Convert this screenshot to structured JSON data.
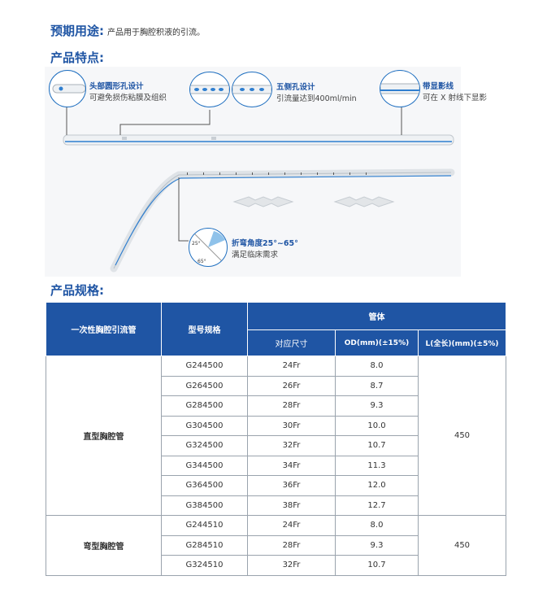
{
  "purpose": {
    "label": "预期用途:",
    "text": "产品用于胸腔积液的引流。"
  },
  "features": {
    "heading": "产品特点:",
    "items": [
      {
        "title": "头部圆形孔设计",
        "desc": "可避免损伤粘膜及组织"
      },
      {
        "title": "五侧孔设计",
        "desc": "引流量达到400ml/min"
      },
      {
        "title": "带显影线",
        "desc": "可在 X 射线下显影"
      },
      {
        "title": "折弯角度25°~65°",
        "desc": "满足临床需求"
      }
    ],
    "angle_labels": [
      "25°",
      "65°"
    ]
  },
  "specs": {
    "heading": "产品规格:",
    "headers": {
      "category": "一次性胸腔引流管",
      "model": "型号规格",
      "tube": "管体",
      "size": "对应尺寸",
      "od": "OD(mm)(±15%)",
      "length": "L(全长)(mm)(±5%)"
    },
    "groups": [
      {
        "name": "直型胸腔管",
        "length": "450",
        "rows": [
          {
            "model": "G244500",
            "size": "24Fr",
            "od": "8.0"
          },
          {
            "model": "G264500",
            "size": "26Fr",
            "od": "8.7"
          },
          {
            "model": "G284500",
            "size": "28Fr",
            "od": "9.3"
          },
          {
            "model": "G304500",
            "size": "30Fr",
            "od": "10.0"
          },
          {
            "model": "G324500",
            "size": "32Fr",
            "od": "10.7"
          },
          {
            "model": "G344500",
            "size": "34Fr",
            "od": "11.3"
          },
          {
            "model": "G364500",
            "size": "36Fr",
            "od": "12.0"
          },
          {
            "model": "G384500",
            "size": "38Fr",
            "od": "12.7"
          }
        ]
      },
      {
        "name": "弯型胸腔管",
        "length": "450",
        "rows": [
          {
            "model": "G244510",
            "size": "24Fr",
            "od": "8.0"
          },
          {
            "model": "G284510",
            "size": "28Fr",
            "od": "9.3"
          },
          {
            "model": "G324510",
            "size": "32Fr",
            "od": "10.7"
          }
        ]
      }
    ]
  }
}
